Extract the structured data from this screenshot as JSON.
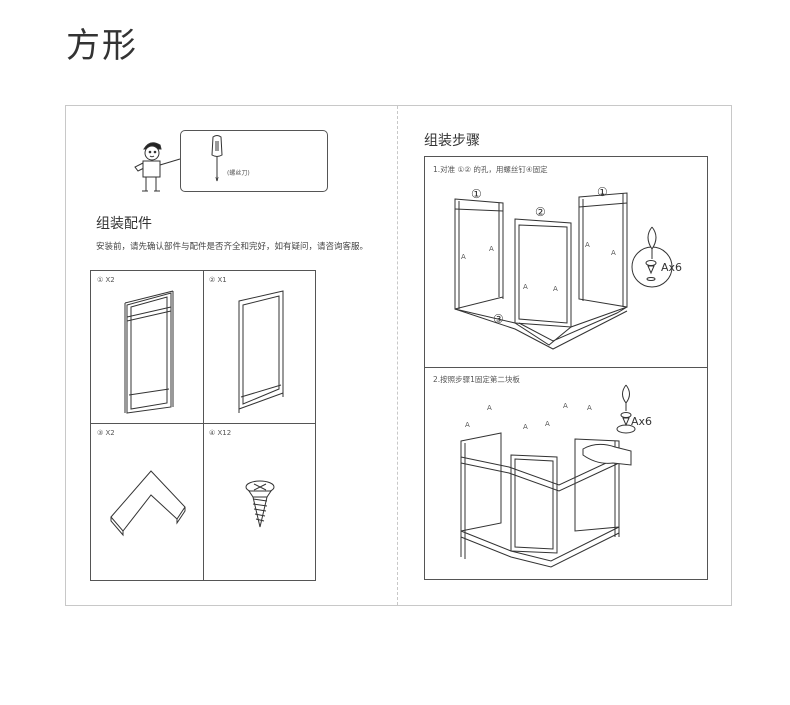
{
  "page_title": "方形",
  "tool": {
    "label": "(螺丝刀)"
  },
  "parts_section": {
    "heading": "组装配件",
    "note": "安装前，请先确认部件与配件是否齐全和完好，如有疑问，请咨询客服。",
    "parts": [
      {
        "label": "① X2",
        "icon": "ladder-frame-with-shelf"
      },
      {
        "label": "② X1",
        "icon": "rectangular-frame"
      },
      {
        "label": "③ X2",
        "icon": "corner-shelf-board"
      },
      {
        "label": "④ X12",
        "icon": "screw"
      }
    ]
  },
  "steps_section": {
    "heading": "组装步骤",
    "steps": [
      {
        "caption": "1.对准 ①② 的孔，用螺丝钉④固定",
        "marks": [
          "①",
          "②",
          "①",
          "③"
        ],
        "screw_label": "A",
        "count_label": "Ax6"
      },
      {
        "caption": "2.按照步骤1固定第二块板",
        "screw_label": "A",
        "count_label": "Ax6"
      }
    ]
  }
}
